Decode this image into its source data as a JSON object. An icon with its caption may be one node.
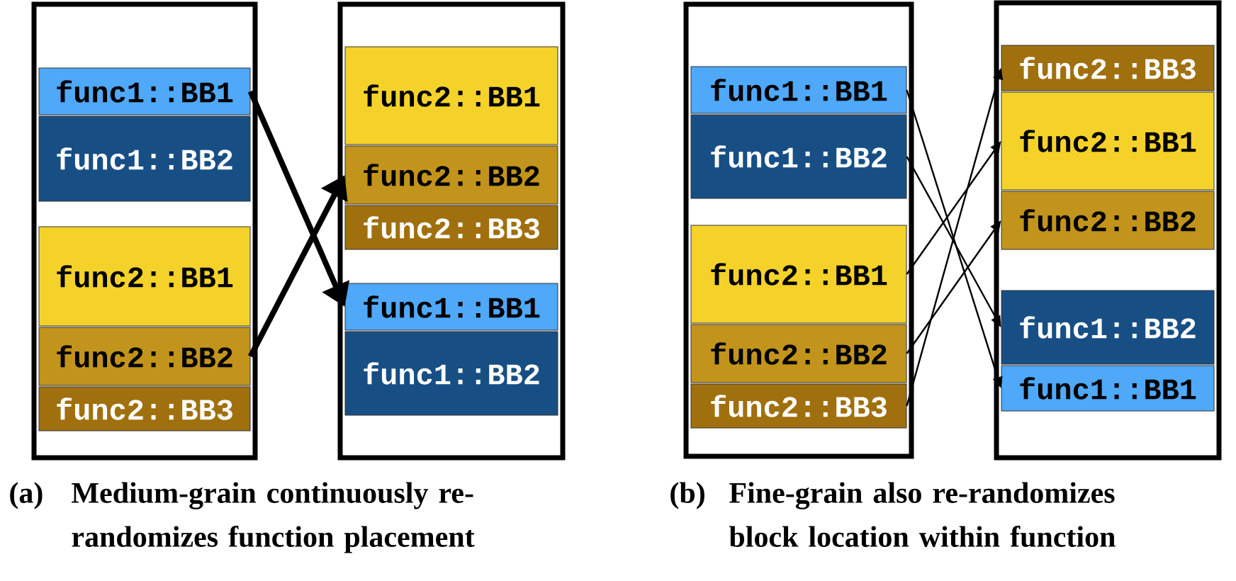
{
  "diagram": {
    "nodes": [
      {
        "text": [],
        "shape": "box"
      },
      {
        "text": [
          "func1::BB1"
        ],
        "in": 0
      },
      {
        "text": [
          "func1::BB2"
        ],
        "in": 0
      },
      {
        "text": [
          "func2::BB1"
        ],
        "in": 0
      },
      {
        "text": [
          "func2::BB2"
        ],
        "in": 0
      },
      {
        "text": [
          "func2::BB3"
        ],
        "in": 0
      },
      {
        "text": [],
        "shape": "box"
      },
      {
        "text": [
          "func2::BB1"
        ],
        "in": 6
      },
      {
        "text": [
          "func2::BB2"
        ],
        "in": 6
      },
      {
        "text": [
          "func2::BB3"
        ],
        "in": 6
      },
      {
        "text": [
          "func1::BB1"
        ],
        "in": 6
      },
      {
        "text": [
          "func1::BB2"
        ],
        "in": 6
      },
      {
        "text": [],
        "shape": "box"
      },
      {
        "text": [
          "func1::BB1"
        ],
        "in": 12
      },
      {
        "text": [
          "func1::BB2"
        ],
        "in": 12
      },
      {
        "text": [
          "func2::BB1"
        ],
        "in": 12
      },
      {
        "text": [
          "func2::BB2"
        ],
        "in": 12
      },
      {
        "text": [
          "func2::BB3"
        ],
        "in": 12
      },
      {
        "text": [],
        "shape": "box"
      },
      {
        "text": [
          "func2::BB3"
        ],
        "in": 18
      },
      {
        "text": [
          "func2::BB1"
        ],
        "in": 18
      },
      {
        "text": [
          "func2::BB2"
        ],
        "in": 18
      },
      {
        "text": [
          "func1::BB2"
        ],
        "in": 18
      },
      {
        "text": [
          "func1::BB1"
        ],
        "in": 18
      }
    ],
    "edges": [
      {
        "from": 1,
        "to": 10,
        "arrow": "to",
        "style": "thick"
      },
      {
        "from": 4,
        "to": 8,
        "arrow": "to",
        "style": "thick"
      },
      {
        "from": 13,
        "to": 23,
        "arrow": "to"
      },
      {
        "from": 14,
        "to": 22,
        "arrow": "to"
      },
      {
        "from": 15,
        "to": 20,
        "arrow": "to"
      },
      {
        "from": 16,
        "to": 21,
        "arrow": "to"
      },
      {
        "from": 17,
        "to": 19,
        "arrow": "to"
      }
    ],
    "labels": [
      "(a)",
      "Medium-grain continuously re-randomizes function placement",
      "(b)",
      "Fine-grain also re-randomizes block location within function"
    ]
  }
}
